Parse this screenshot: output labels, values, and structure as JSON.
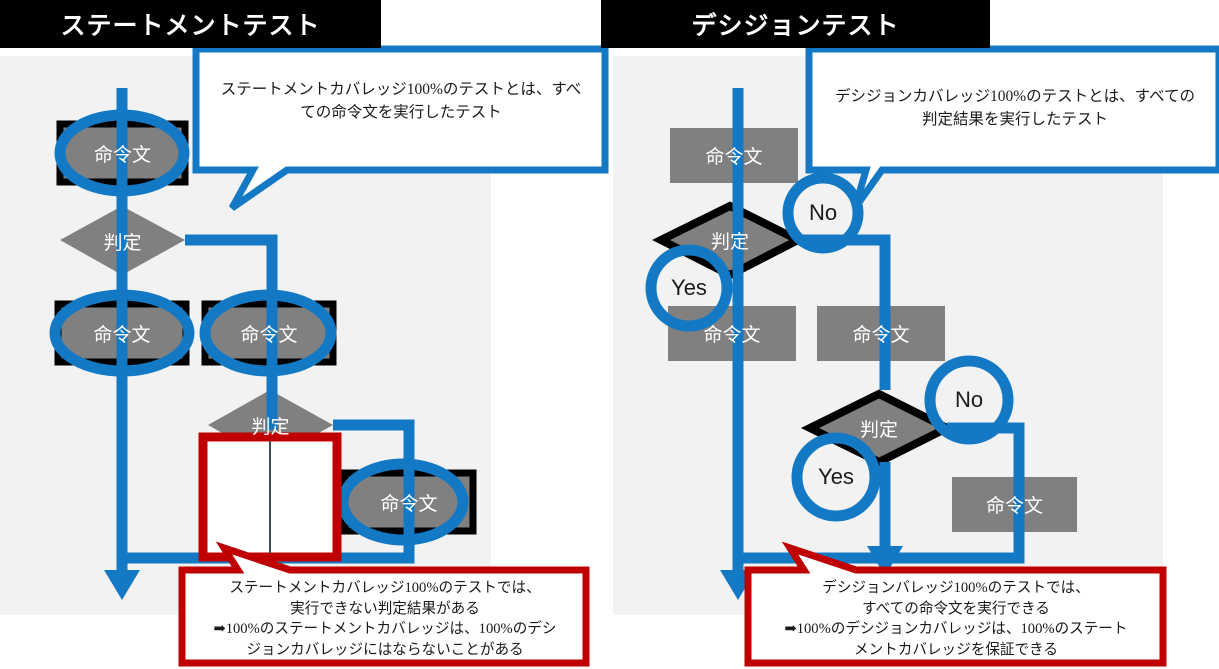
{
  "panels": [
    {
      "id": "statement-test",
      "title": "ステートメントテスト",
      "top_callout": [
        "ステートメントカバレッジ100%のテストとは、すべ",
        "ての命令文を実行したテスト"
      ],
      "bottom_callout": [
        "ステートメントカバレッジ100%のテストでは、",
        "実行できない判定結果がある",
        "➡100%のステートメントカバレッジは、100%のデシ",
        "ジョンカバレッジにはならないことがある"
      ],
      "nodes": [
        {
          "name": "process-1",
          "type": "process",
          "label": "命令文",
          "highlight": "black-border-blue-ellipse"
        },
        {
          "name": "decision-1",
          "type": "decision",
          "label": "判定",
          "highlight": "none"
        },
        {
          "name": "process-2",
          "type": "process",
          "label": "命令文",
          "highlight": "black-border-blue-ellipse"
        },
        {
          "name": "process-3",
          "type": "process",
          "label": "命令文",
          "highlight": "black-border-blue-ellipse"
        },
        {
          "name": "decision-2",
          "type": "decision",
          "label": "判定",
          "highlight": "red-box-unreached"
        },
        {
          "name": "process-4",
          "type": "process",
          "label": "命令文",
          "highlight": "black-border-blue-ellipse"
        }
      ]
    },
    {
      "id": "decision-test",
      "title": "デシジョンテスト",
      "top_callout": [
        "デシジョンカバレッジ100%のテストとは、すべての",
        "判定結果を実行したテスト"
      ],
      "bottom_callout": [
        "デシジョンバレッジ100%のテストでは、",
        "すべての命令文を実行できる",
        "➡100%のデシジョンカバレッジは、100%のステート",
        "メントカバレッジを保証できる"
      ],
      "nodes": [
        {
          "name": "process-1",
          "type": "process",
          "label": "命令文",
          "highlight": "none"
        },
        {
          "name": "decision-1",
          "type": "decision",
          "label": "判定",
          "highlight": "black-border",
          "branches": [
            "Yes",
            "No"
          ]
        },
        {
          "name": "process-2",
          "type": "process",
          "label": "命令文",
          "highlight": "none"
        },
        {
          "name": "process-3",
          "type": "process",
          "label": "命令文",
          "highlight": "none"
        },
        {
          "name": "decision-2",
          "type": "decision",
          "label": "判定",
          "highlight": "black-border",
          "branches": [
            "Yes",
            "No"
          ]
        },
        {
          "name": "process-4",
          "type": "process",
          "label": "命令文",
          "highlight": "none"
        }
      ]
    }
  ],
  "branch_labels": {
    "yes": "Yes",
    "no": "No"
  },
  "colors": {
    "header_bg": "#000000",
    "header_text": "#ffffff",
    "panel_bg": "#f2f2f2",
    "node_fill": "#808080",
    "node_text": "#ffffff",
    "node_border": "#000000",
    "flow_blue": "#1479c4",
    "highlight_red": "#c00000",
    "callout_bg": "#ffffff"
  }
}
